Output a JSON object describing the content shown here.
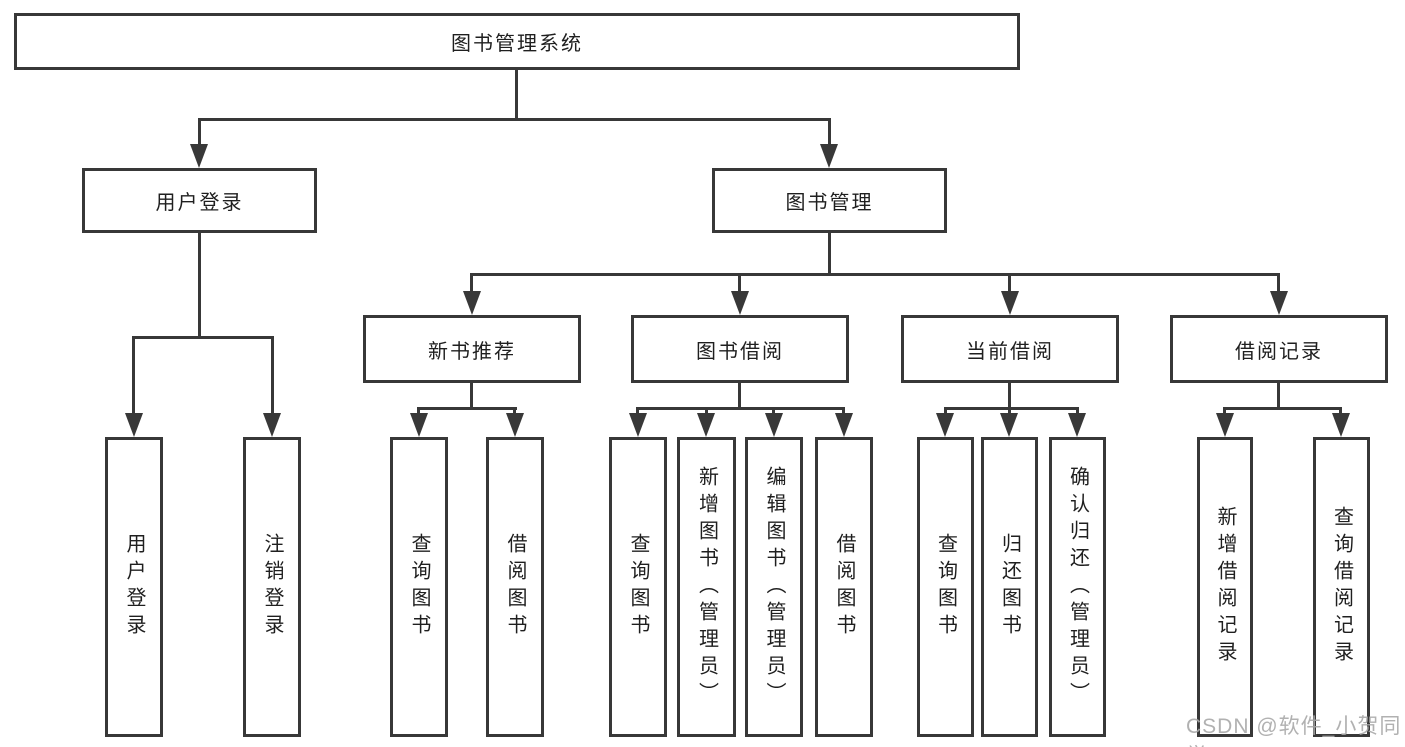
{
  "tree": {
    "root": "图书管理系统",
    "user": {
      "label": "用户登录",
      "children": [
        "用户登录",
        "注销登录"
      ]
    },
    "mgmt": {
      "label": "图书管理"
    },
    "recommend": {
      "label": "新书推荐",
      "children": [
        "查询图书",
        "借阅图书"
      ]
    },
    "borrow": {
      "label": "图书借阅",
      "children": [
        "查询图书",
        "新增图书（管理员）",
        "编辑图书（管理员）",
        "借阅图书"
      ]
    },
    "current": {
      "label": "当前借阅",
      "children": [
        "查询图书",
        "归还图书",
        "确认归还（管理员）"
      ]
    },
    "records": {
      "label": "借阅记录",
      "children": [
        "新增借阅记录",
        "查询借阅记录"
      ]
    }
  },
  "watermark": "CSDN @软件_小贺同学",
  "colors": {
    "line": "#383838",
    "text": "#1f1f1f",
    "watermark": "#a9a9a9",
    "background": "#ffffff"
  }
}
